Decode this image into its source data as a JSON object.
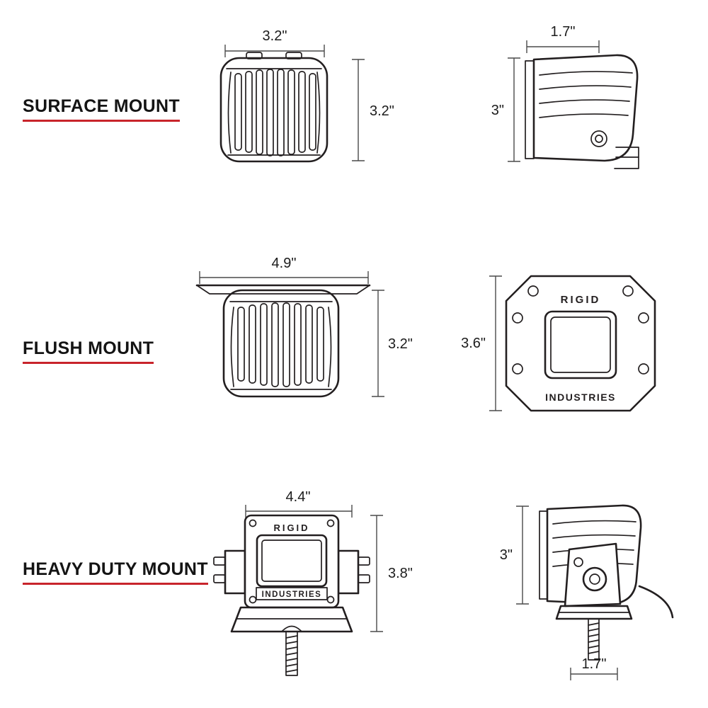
{
  "colors": {
    "accent": "#c8242b",
    "line": "#231f20"
  },
  "rows": [
    {
      "label": "SURFACE MOUNT",
      "front": {
        "width": "3.2\"",
        "height": "3.2\""
      },
      "side": {
        "width": "1.7\"",
        "height": "3\""
      }
    },
    {
      "label": "FLUSH MOUNT",
      "rear": {
        "width": "4.9\"",
        "height": "3.2\""
      },
      "front": {
        "height": "3.6\"",
        "brand_top": "RIGID",
        "brand_bottom": "INDUSTRIES"
      }
    },
    {
      "label": "HEAVY DUTY MOUNT",
      "front": {
        "width": "4.4\"",
        "height": "3.8\"",
        "brand_top": "RIGID",
        "brand_bottom": "INDUSTRIES"
      },
      "side": {
        "height": "3\"",
        "base_width": "1.7\""
      }
    }
  ]
}
